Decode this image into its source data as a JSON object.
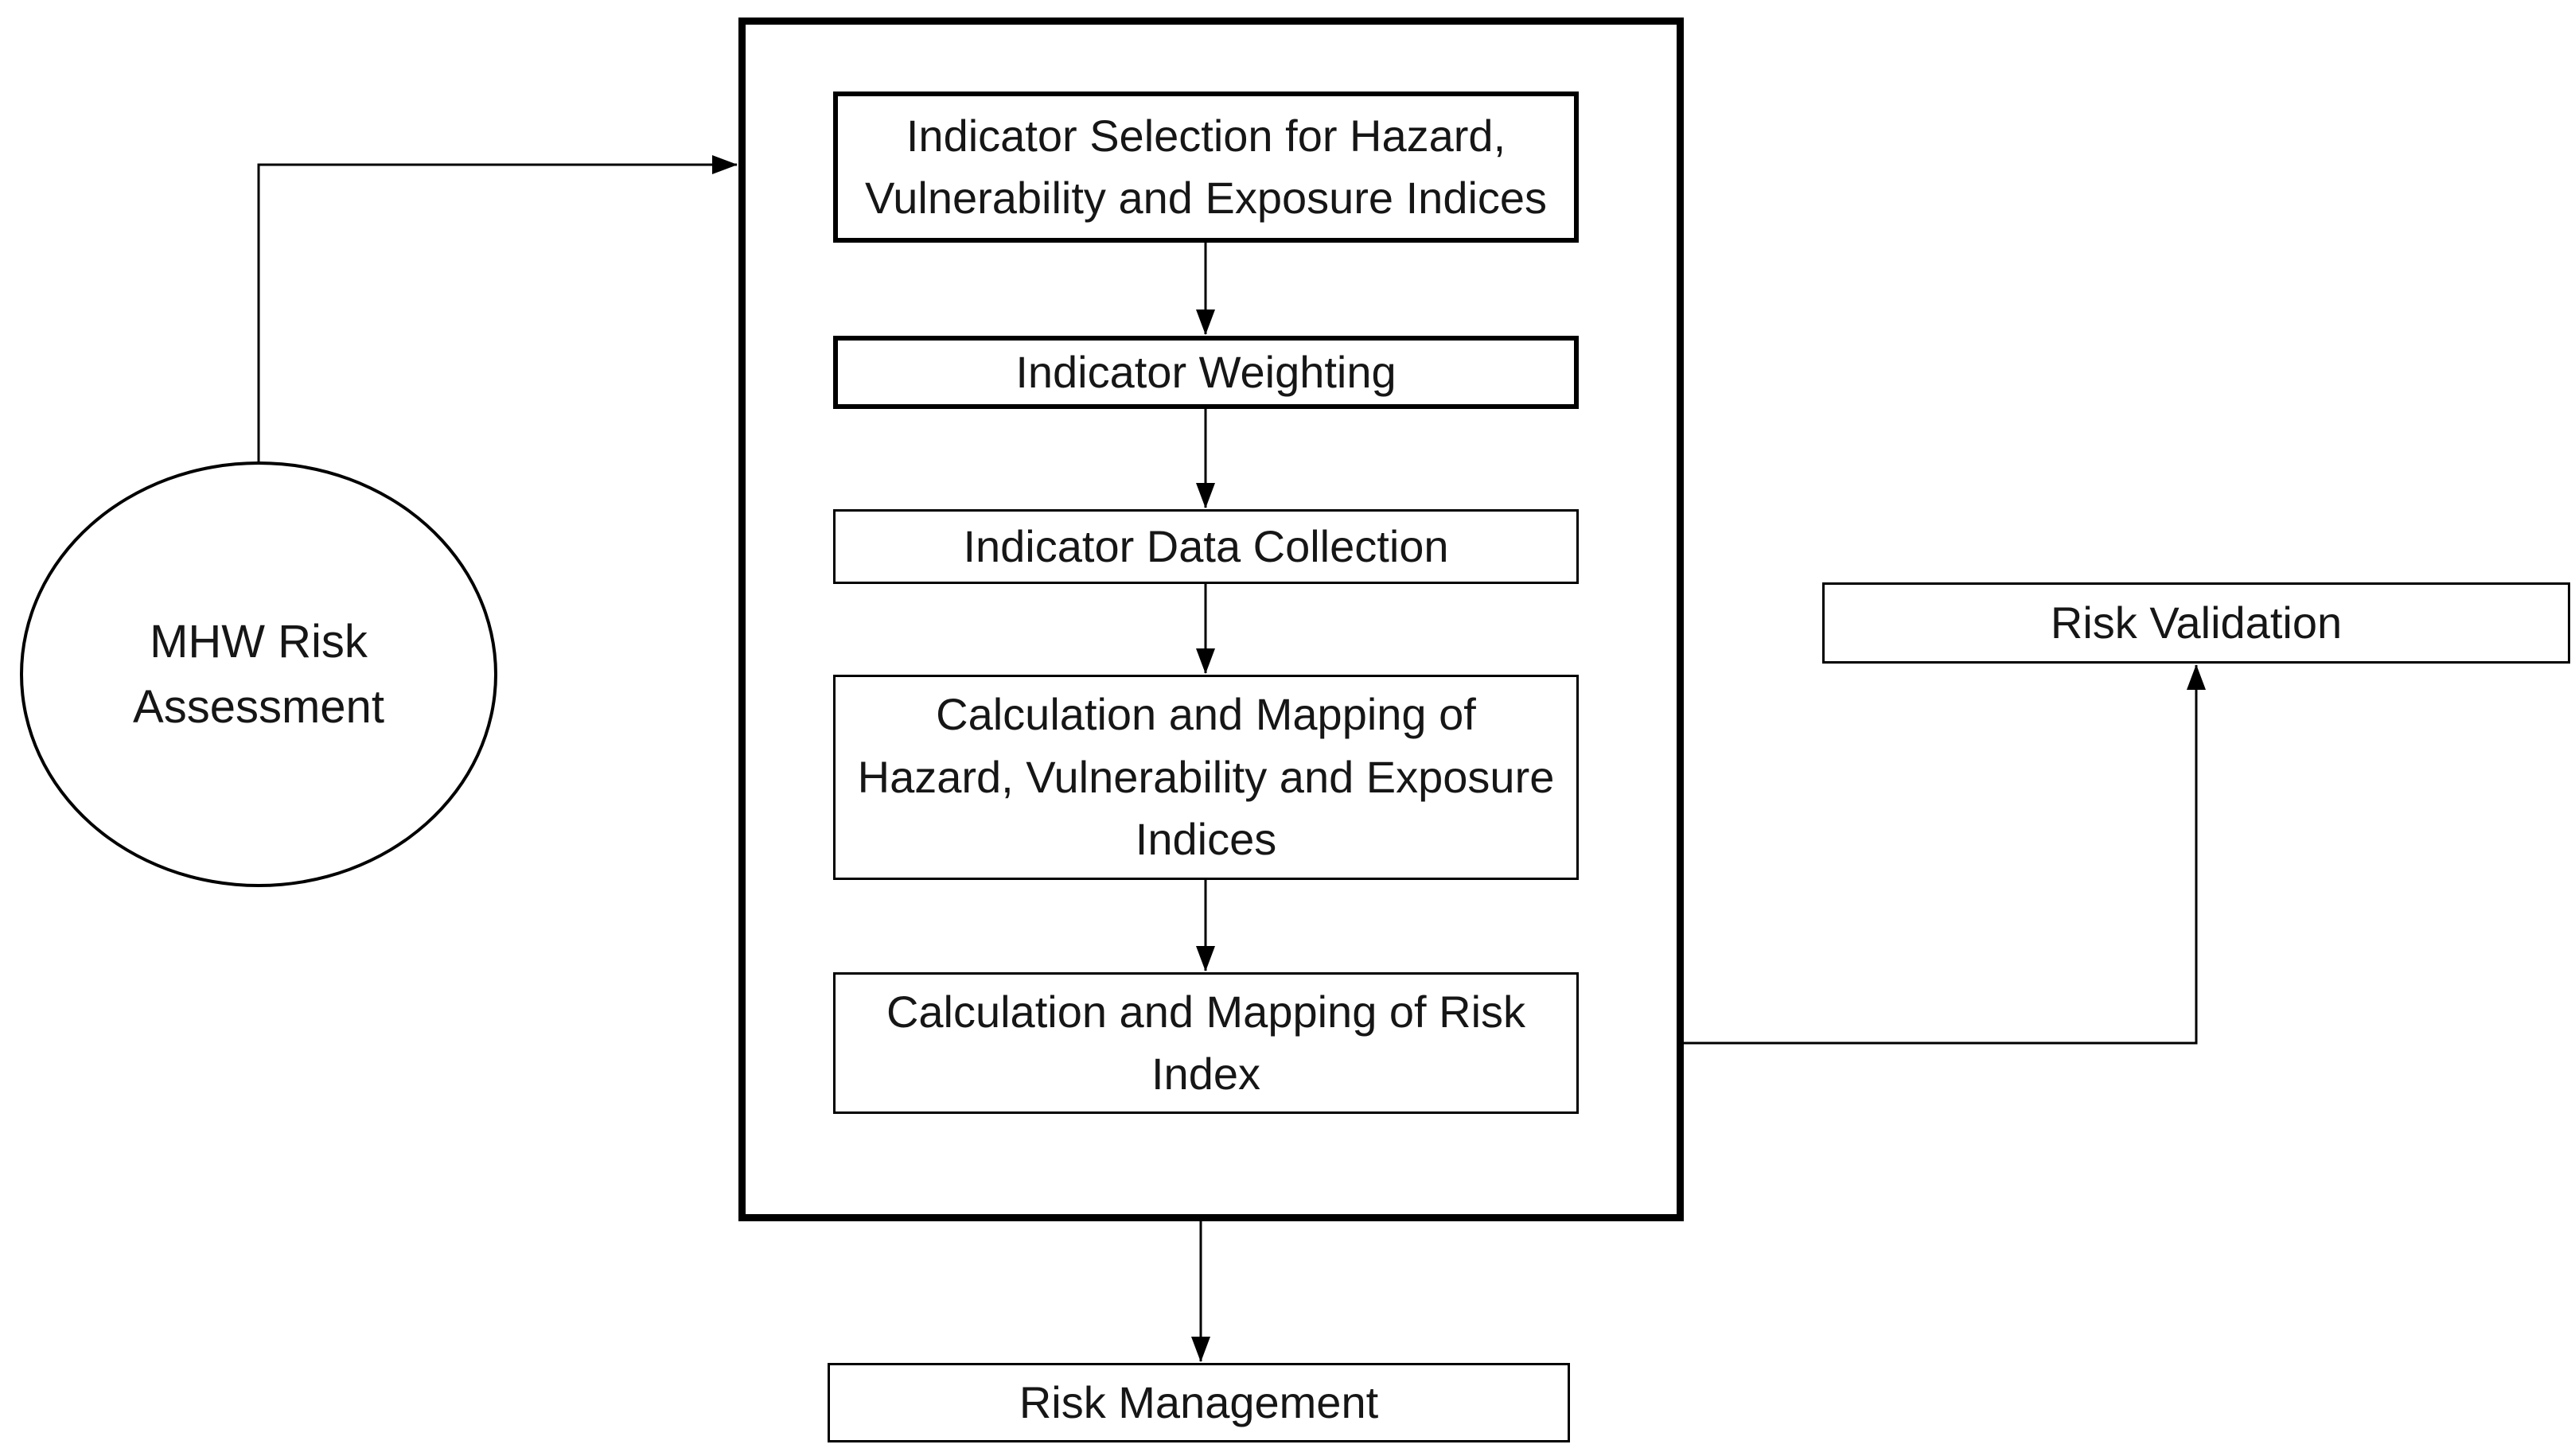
{
  "diagram": {
    "colors": {
      "background": "#ffffff",
      "stroke": "#000000",
      "text": "#161616"
    },
    "nodes": {
      "start": {
        "shape": "circle",
        "label": "MHW Risk\nAssessment"
      },
      "process_container": {
        "shape": "rect",
        "label": ""
      },
      "step1": {
        "shape": "rect",
        "label": "Indicator Selection for Hazard,\nVulnerability and Exposure Indices"
      },
      "step2": {
        "shape": "rect",
        "label": "Indicator Weighting"
      },
      "step3": {
        "shape": "rect",
        "label": "Indicator Data Collection"
      },
      "step4": {
        "shape": "rect",
        "label": "Calculation and Mapping of\nHazard, Vulnerability and Exposure\nIndices"
      },
      "step5": {
        "shape": "rect",
        "label": "Calculation and Mapping of Risk\nIndex"
      },
      "risk_validation": {
        "shape": "rect",
        "label": "Risk Validation"
      },
      "risk_management": {
        "shape": "rect",
        "label": "Risk Management"
      }
    },
    "edges": [
      {
        "from": "start",
        "to": "process_container"
      },
      {
        "from": "step1",
        "to": "step2"
      },
      {
        "from": "step2",
        "to": "step3"
      },
      {
        "from": "step3",
        "to": "step4"
      },
      {
        "from": "step4",
        "to": "step5"
      },
      {
        "from": "process_container",
        "to": "risk_management"
      },
      {
        "from": "process_container",
        "to": "risk_validation"
      }
    ]
  }
}
